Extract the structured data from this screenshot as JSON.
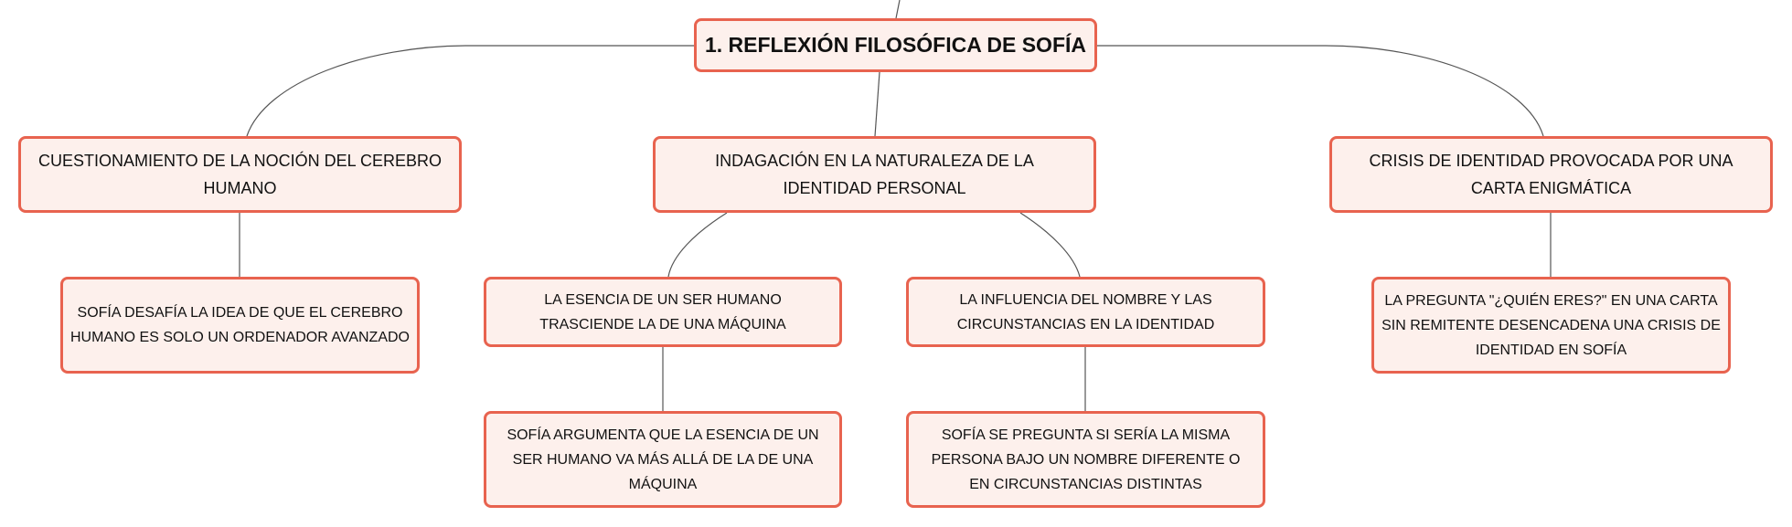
{
  "root": {
    "label": "1. REFLEXIÓN FILOSÓFICA DE SOFÍA"
  },
  "branches": [
    {
      "label": "CUESTIONAMIENTO DE LA NOCIÓN DEL CEREBRO HUMANO",
      "children": [
        {
          "label": "SOFÍA DESAFÍA LA IDEA DE QUE EL CEREBRO HUMANO ES SOLO UN ORDENADOR AVANZADO"
        }
      ]
    },
    {
      "label": "INDAGACIÓN EN LA NATURALEZA DE LA IDENTIDAD PERSONAL",
      "children": [
        {
          "label": "LA ESENCIA DE UN SER HUMANO TRASCIENDE LA DE UNA MÁQUINA",
          "children": [
            {
              "label": "SOFÍA ARGUMENTA QUE LA ESENCIA DE UN SER HUMANO VA MÁS ALLÁ DE LA DE UNA MÁQUINA"
            }
          ]
        },
        {
          "label": "LA INFLUENCIA DEL NOMBRE Y LAS CIRCUNSTANCIAS EN LA IDENTIDAD",
          "children": [
            {
              "label": "SOFÍA SE PREGUNTA SI SERÍA LA MISMA PERSONA BAJO UN NOMBRE DIFERENTE O EN CIRCUNSTANCIAS DISTINTAS"
            }
          ]
        }
      ]
    },
    {
      "label": "CRISIS DE IDENTIDAD PROVOCADA POR UNA CARTA ENIGMÁTICA",
      "children": [
        {
          "label": "LA PREGUNTA \"¿QUIÉN ERES?\" EN UNA CARTA SIN REMITENTE DESENCADENA UNA CRISIS DE IDENTIDAD EN SOFÍA"
        }
      ]
    }
  ],
  "colors": {
    "fill": "#fdf0ec",
    "border": "#e8634f",
    "line": "#555555"
  }
}
